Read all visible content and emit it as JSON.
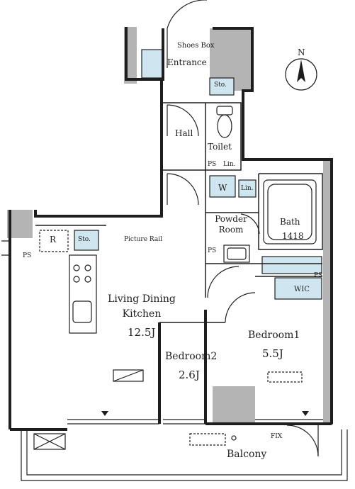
{
  "rooms": {
    "shoes_box": "Shoes Box",
    "entrance": "Entrance",
    "sto_entrance": "Sto.",
    "hall": "Hall",
    "toilet": "Toilet",
    "ps_toilet": "PS",
    "lin_toilet": "Lin.",
    "washer": "W",
    "lin_bath": "Lin.",
    "powder_room": "Powder Room",
    "bath": "Bath",
    "bath_size": "1418",
    "ps_powder": "PS",
    "ps_wic": "PS",
    "wic": "WIC",
    "fridge": "R",
    "sto_ldk": "Sto.",
    "picture_rail": "Picture Rail",
    "ps_left": "PS",
    "ldk": "Living Dining Kitchen",
    "ldk_size": "12.5J",
    "bedroom1": "Bedroom1",
    "bedroom1_size": "5.5J",
    "bedroom2": "Bedroom2",
    "bedroom2_size": "2.6J",
    "fix": "FIX",
    "balcony": "Balcony"
  },
  "compass": {
    "label": "N"
  },
  "colors": {
    "storage_fill": "#cfe6f0",
    "column_fill": "#b4b4b4",
    "wall": "#1e1e1e"
  }
}
